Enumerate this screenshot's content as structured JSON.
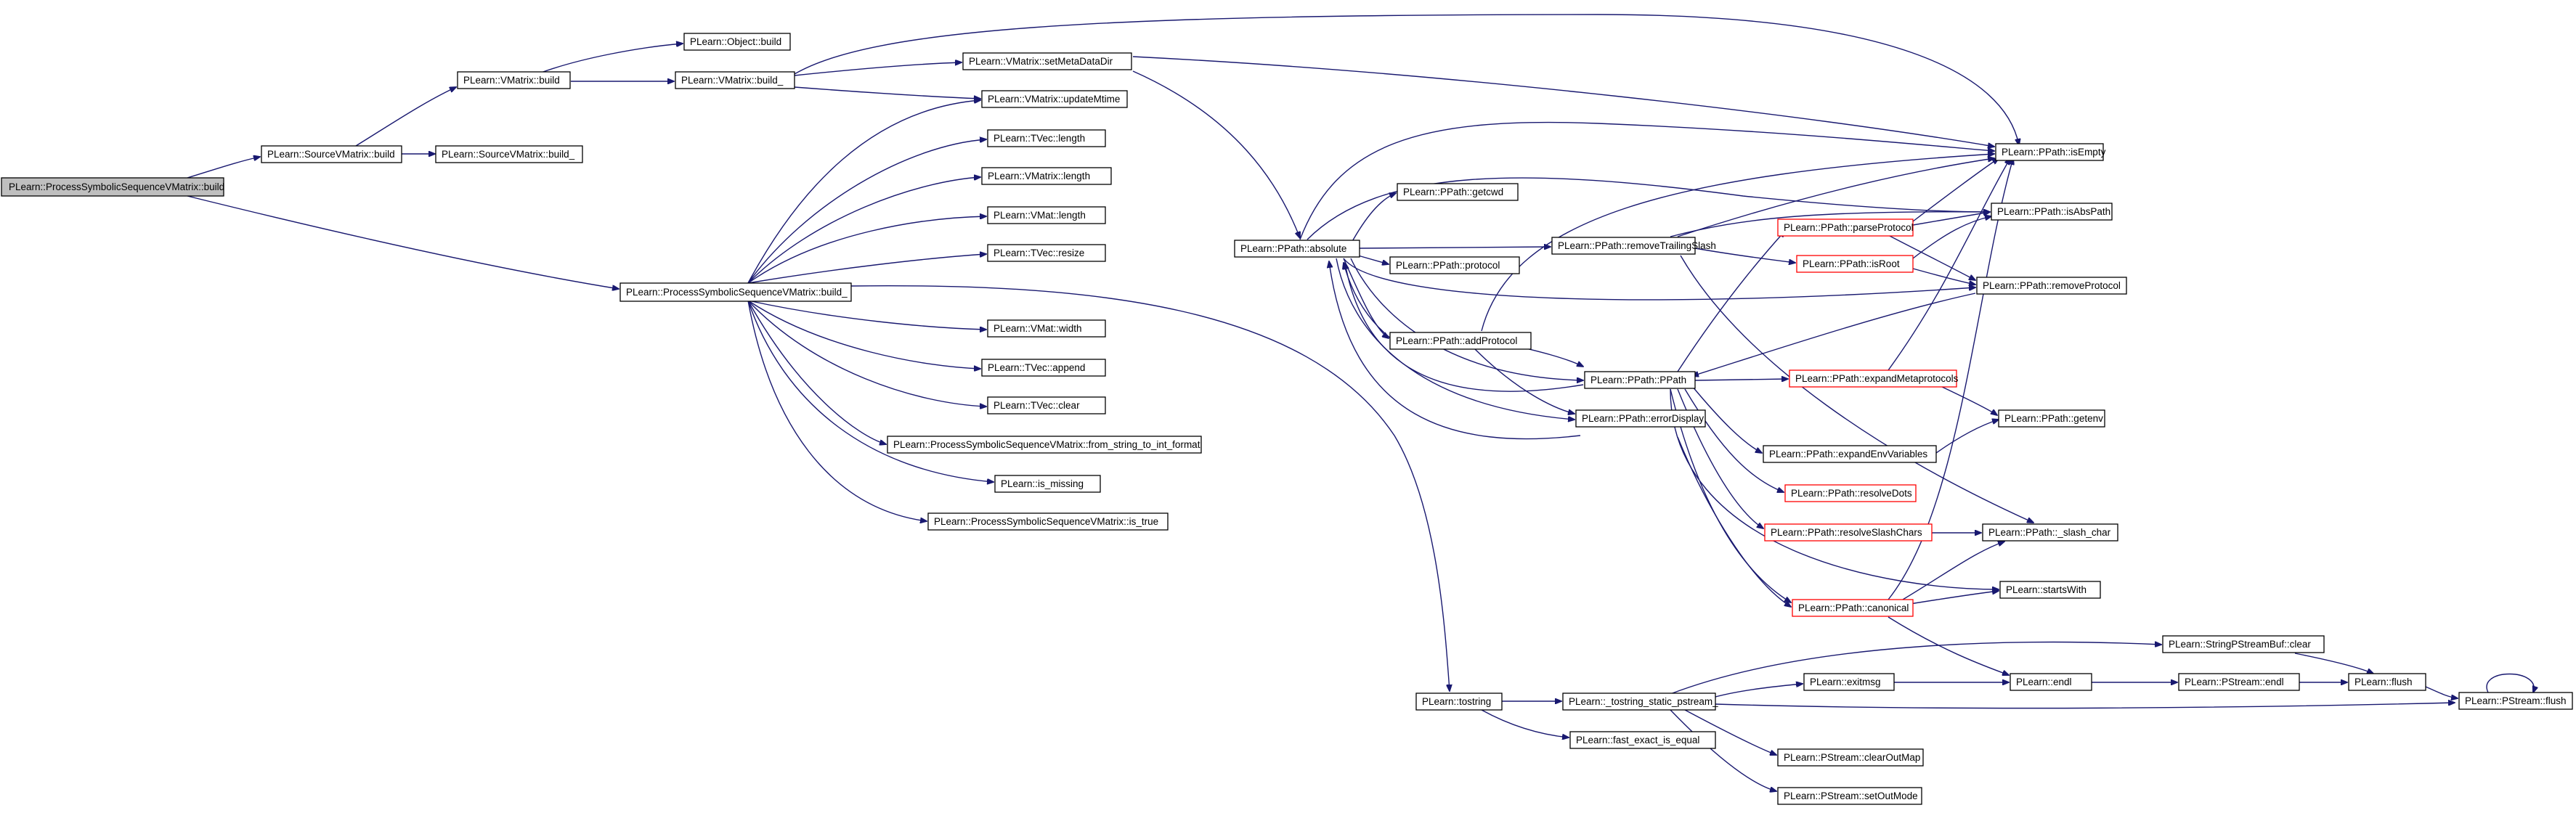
{
  "colors": {
    "edge": "#191970",
    "node_border": "#000000",
    "highlight_border": "#ff0000",
    "root_fill": "#bfbfbf",
    "background": "#ffffff"
  },
  "nodes": {
    "psvm_build": {
      "label": "PLearn::ProcessSymbolicSequenceVMatrix::build",
      "style": "root"
    },
    "svm_build": {
      "label": "PLearn::SourceVMatrix::build",
      "style": "normal"
    },
    "svm_build_": {
      "label": "PLearn::SourceVMatrix::build_",
      "style": "normal"
    },
    "vm_build": {
      "label": "PLearn::VMatrix::build",
      "style": "normal"
    },
    "obj_build": {
      "label": "PLearn::Object::build",
      "style": "normal"
    },
    "vm_build_": {
      "label": "PLearn::VMatrix::build_",
      "style": "normal"
    },
    "setmeta": {
      "label": "PLearn::VMatrix::setMetaDataDir",
      "style": "normal"
    },
    "updmtime": {
      "label": "PLearn::VMatrix::updateMtime",
      "style": "normal"
    },
    "tvec_length": {
      "label": "PLearn::TVec::length",
      "style": "normal"
    },
    "vmatrix_length": {
      "label": "PLearn::VMatrix::length",
      "style": "normal"
    },
    "vmat_length": {
      "label": "PLearn::VMat::length",
      "style": "normal"
    },
    "tvec_resize": {
      "label": "PLearn::TVec::resize",
      "style": "normal"
    },
    "psvm_build_": {
      "label": "PLearn::ProcessSymbolicSequenceVMatrix::build_",
      "style": "normal"
    },
    "vmat_width": {
      "label": "PLearn::VMat::width",
      "style": "normal"
    },
    "tvec_append": {
      "label": "PLearn::TVec::append",
      "style": "normal"
    },
    "tvec_clear": {
      "label": "PLearn::TVec::clear",
      "style": "normal"
    },
    "from_string": {
      "label": "PLearn::ProcessSymbolicSequenceVMatrix::from_string_to_int_format",
      "style": "normal"
    },
    "is_missing": {
      "label": "PLearn::is_missing",
      "style": "normal"
    },
    "is_true": {
      "label": "PLearn::ProcessSymbolicSequenceVMatrix::is_true",
      "style": "normal"
    },
    "absolute": {
      "label": "PLearn::PPath::absolute",
      "style": "normal"
    },
    "getcwd": {
      "label": "PLearn::PPath::getcwd",
      "style": "normal"
    },
    "protocol": {
      "label": "PLearn::PPath::protocol",
      "style": "normal"
    },
    "addprotocol": {
      "label": "PLearn::PPath::addProtocol",
      "style": "normal"
    },
    "removetrailing": {
      "label": "PLearn::PPath::removeTrailingSlash",
      "style": "normal"
    },
    "ppath": {
      "label": "PLearn::PPath::PPath",
      "style": "normal"
    },
    "errordisplay": {
      "label": "PLearn::PPath::errorDisplay",
      "style": "normal"
    },
    "parseprotocol": {
      "label": "PLearn::PPath::parseProtocol",
      "style": "red"
    },
    "isroot": {
      "label": "PLearn::PPath::isRoot",
      "style": "red"
    },
    "expandmeta": {
      "label": "PLearn::PPath::expandMetaprotocols",
      "style": "red"
    },
    "expandenv": {
      "label": "PLearn::PPath::expandEnvVariables",
      "style": "normal"
    },
    "resolvedots": {
      "label": "PLearn::PPath::resolveDots",
      "style": "red"
    },
    "resolveslash": {
      "label": "PLearn::PPath::resolveSlashChars",
      "style": "red"
    },
    "canonical": {
      "label": "PLearn::PPath::canonical",
      "style": "red"
    },
    "isempty": {
      "label": "PLearn::PPath::isEmpty",
      "style": "normal"
    },
    "isabspath": {
      "label": "PLearn::PPath::isAbsPath",
      "style": "normal"
    },
    "removeprotocol": {
      "label": "PLearn::PPath::removeProtocol",
      "style": "normal"
    },
    "getenv": {
      "label": "PLearn::PPath::getenv",
      "style": "normal"
    },
    "slashchar": {
      "label": "PLearn::PPath::_slash_char",
      "style": "normal"
    },
    "startswith": {
      "label": "PLearn::startsWith",
      "style": "normal"
    },
    "tostring": {
      "label": "PLearn::tostring",
      "style": "normal"
    },
    "tostring_static": {
      "label": "PLearn::_tostring_static_pstream_",
      "style": "normal"
    },
    "fast_exact": {
      "label": "PLearn::fast_exact_is_equal",
      "style": "normal"
    },
    "exitmsg": {
      "label": "PLearn::exitmsg",
      "style": "normal"
    },
    "clearoutmap": {
      "label": "PLearn::PStream::clearOutMap",
      "style": "normal"
    },
    "setoutmode": {
      "label": "PLearn::PStream::setOutMode",
      "style": "normal"
    },
    "endl": {
      "label": "PLearn::endl",
      "style": "normal"
    },
    "pstream_endl": {
      "label": "PLearn::PStream::endl",
      "style": "normal"
    },
    "spsb_clear": {
      "label": "PLearn::StringPStreamBuf::clear",
      "style": "normal"
    },
    "flush": {
      "label": "PLearn::flush",
      "style": "normal"
    },
    "pstream_flush": {
      "label": "PLearn::PStream::flush",
      "style": "normal"
    }
  }
}
